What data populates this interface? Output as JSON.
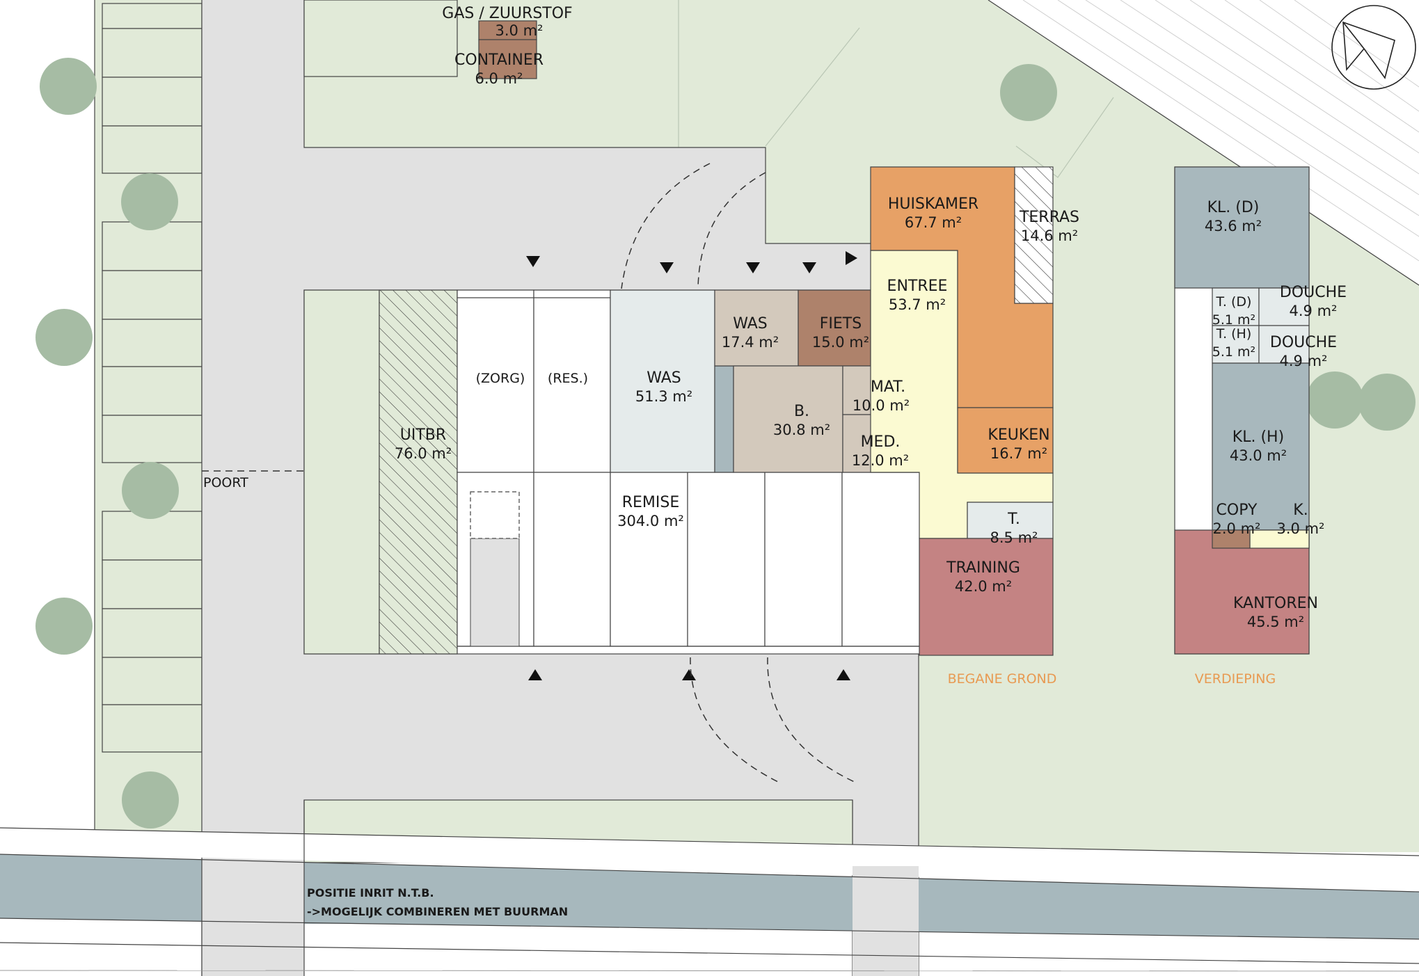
{
  "colors": {
    "green": "#e1ead8",
    "road": "#e1e1e1",
    "water": "#a7b8bd",
    "tree": "#a6bca4",
    "orange": "#e7a166",
    "yellow": "#fbfad2",
    "taupe": "#d3c9bc",
    "brown": "#ae826b",
    "slate": "#a8b8bd",
    "pale": "#e5ebeb",
    "red": "#c48383",
    "caption_orange": "#e89a52"
  },
  "site": {
    "poort": "POORT",
    "note_line1": "POSITIE INRIT N.T.B.",
    "note_line2": "->MOGELIJK COMBINEREN MET BUURMAN"
  },
  "rooms": {
    "gas": {
      "name": "GAS / ZUURSTOF",
      "area": "3.0 m²"
    },
    "container": {
      "name": "CONTAINER",
      "area": "6.0 m²"
    },
    "uitbr": {
      "name": "UITBR",
      "area": "76.0 m²"
    },
    "zorg": {
      "name": "(ZORG)"
    },
    "res": {
      "name": "(RES.)"
    },
    "was_large": {
      "name": "WAS",
      "area": "51.3 m²"
    },
    "was_small": {
      "name": "WAS",
      "area": "17.4 m²"
    },
    "fiets": {
      "name": "FIETS",
      "area": "15.0 m²"
    },
    "b": {
      "name": "B.",
      "area": "30.8 m²"
    },
    "mat": {
      "name": "MAT.",
      "area": "10.0 m²"
    },
    "med": {
      "name": "MED.",
      "area": "12.0 m²"
    },
    "remise": {
      "name": "REMISE",
      "area": "304.0 m²"
    },
    "huiskamer": {
      "name": "HUISKAMER",
      "area": "67.7 m²"
    },
    "terras": {
      "name": "TERRAS",
      "area": "14.6 m²"
    },
    "entree": {
      "name": "ENTREE",
      "area": "53.7 m²"
    },
    "keuken": {
      "name": "KEUKEN",
      "area": "16.7 m²"
    },
    "t_ground": {
      "name": "T.",
      "area": "8.5 m²"
    },
    "training": {
      "name": "TRAINING",
      "area": "42.0 m²"
    },
    "kl_d": {
      "name": "KL. (D)",
      "area": "43.6 m²"
    },
    "t_d": {
      "name": "T. (D)",
      "area": "5.1 m²"
    },
    "douche1": {
      "name": "DOUCHE",
      "area": "4.9 m²"
    },
    "t_h": {
      "name": "T. (H)",
      "area": "5.1 m²"
    },
    "douche2": {
      "name": "DOUCHE",
      "area": "4.9 m²"
    },
    "kl_h": {
      "name": "KL. (H)",
      "area": "43.0 m²"
    },
    "copy": {
      "name": "COPY",
      "area": "2.0 m²"
    },
    "k": {
      "name": "K.",
      "area": "3.0 m²"
    },
    "kantoren": {
      "name": "KANTOREN",
      "area": "45.5 m²"
    }
  },
  "captions": {
    "ground": "BEGANE GROND",
    "upper": "VERDIEPING"
  }
}
